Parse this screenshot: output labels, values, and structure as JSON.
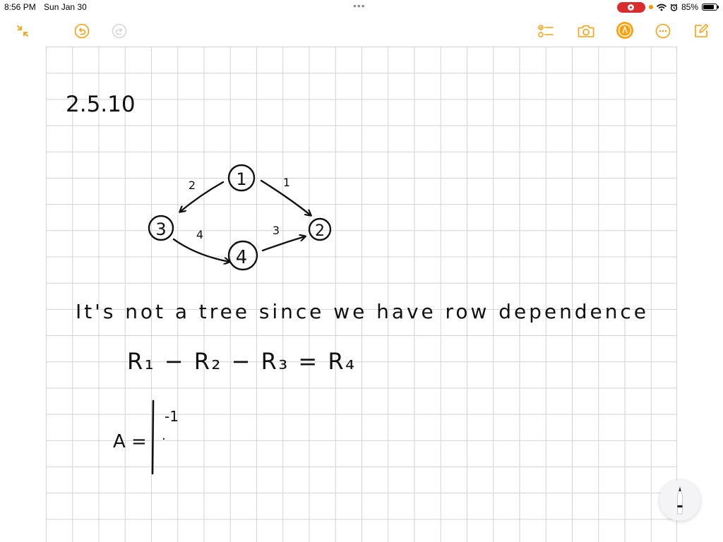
{
  "status_bar": {
    "time": "8:56 PM",
    "date": "Sun Jan 30",
    "battery_percent": "85%",
    "battery_level": 0.85,
    "icons": [
      "multitasking-dots-icon",
      "screen-recording-icon",
      "wifi-icon",
      "alarm-icon",
      "battery-icon"
    ]
  },
  "toolbar": {
    "left": [
      "collapse-icon",
      "undo-icon",
      "redo-icon"
    ],
    "right": [
      "checklist-icon",
      "camera-icon",
      "markup-icon",
      "more-icon",
      "compose-icon"
    ]
  },
  "note": {
    "heading": "2.5.10",
    "graph": {
      "nodes": [
        {
          "label": "1"
        },
        {
          "label": "2"
        },
        {
          "label": "3"
        },
        {
          "label": "4"
        }
      ],
      "edges": [
        {
          "label": "2",
          "from": "1",
          "to": "3"
        },
        {
          "label": "1",
          "from": "1",
          "to": "2"
        },
        {
          "label": "4",
          "from": "3",
          "to": "4"
        },
        {
          "label": "3",
          "from": "4",
          "to": "2"
        }
      ]
    },
    "sentence": "It's not a tree since we have row dependence",
    "equation": "R₁ − R₂ − R₃ = R₄",
    "matrix_label": "A =",
    "matrix_first_entry": "-1",
    "matrix_second_entry": "·"
  },
  "colors": {
    "accent": "#ff9f0a",
    "recording": "#d92c2c",
    "grid": "#d3d3d3",
    "ink": "#111111"
  }
}
